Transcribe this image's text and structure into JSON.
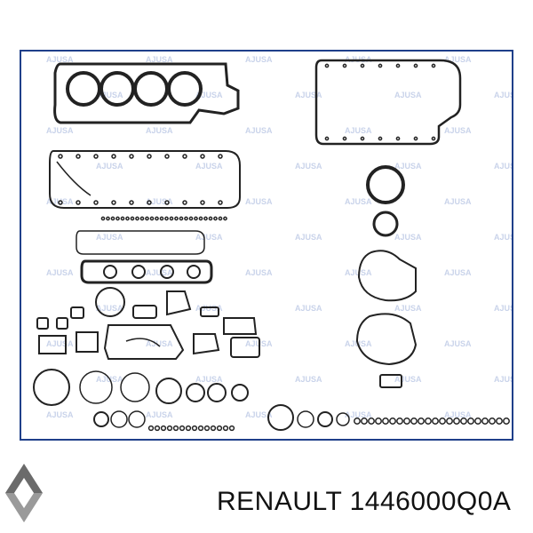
{
  "product": {
    "brand": "RENAULT",
    "part_number": "1446000Q0A"
  },
  "image": {
    "content": "gasket-set-diagram",
    "watermark_brand": "AJUSA"
  },
  "colors": {
    "frame_border": "#1f3f8a",
    "gasket_line": "#222222",
    "watermark": "#c9d3ea",
    "logo_dark": "#6b6b6b",
    "logo_light": "#c8c8c8"
  },
  "logo": {
    "icon": "renault-diamond-icon"
  }
}
